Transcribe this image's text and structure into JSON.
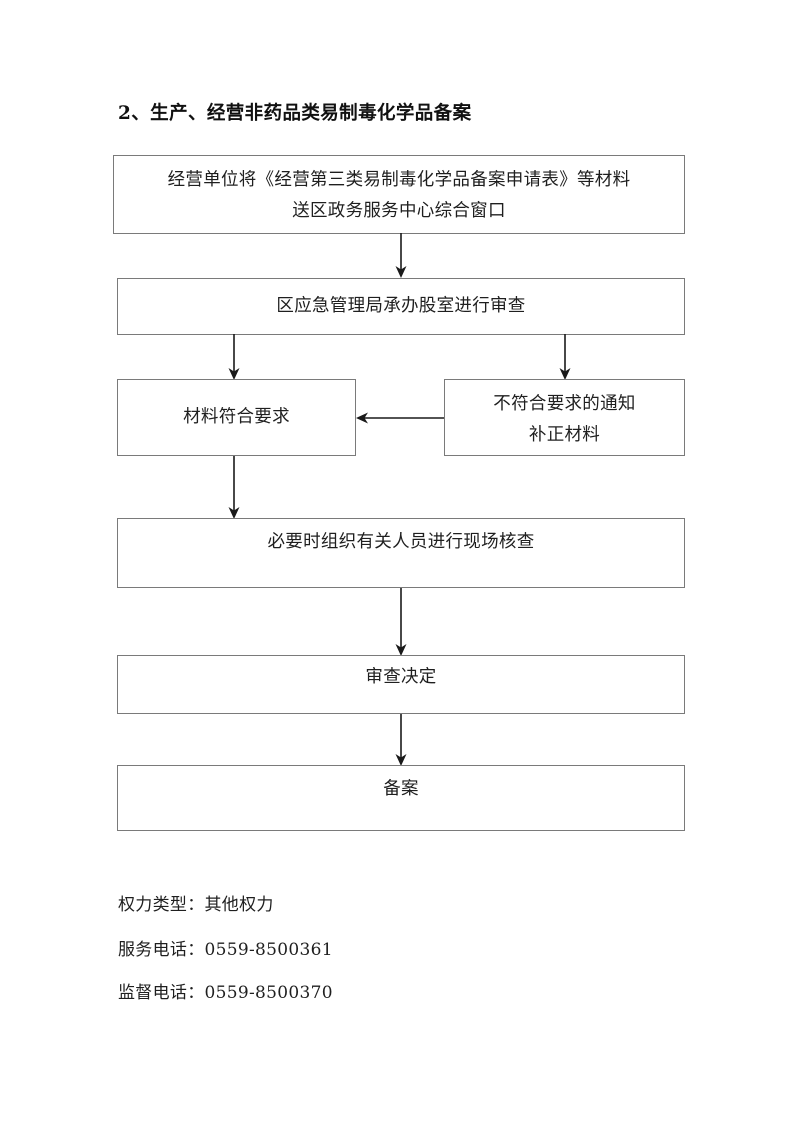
{
  "document": {
    "title": "2、生产、经营非药品类易制毒化学品备案",
    "page_background": "#ffffff",
    "border_color": "#7a7a7a",
    "text_color": "#1f1f1f"
  },
  "flowchart": {
    "type": "flowchart",
    "orientation": "top-to-bottom",
    "nodes": [
      {
        "id": "submit",
        "label": "经营单位将《经营第三类易制毒化学品备案申请表》等材料\n送区政务服务中心综合窗口",
        "lines": 2
      },
      {
        "id": "review",
        "label": "区应急管理局承办股室进行审查",
        "lines": 1
      },
      {
        "id": "conform",
        "label": "材料符合要求",
        "lines": 1
      },
      {
        "id": "nonconform",
        "label": "不符合要求的通知\n补正材料",
        "lines": 2
      },
      {
        "id": "onsite",
        "label": "必要时组织有关人员进行现场核查",
        "lines": 1
      },
      {
        "id": "decision",
        "label": "审查决定",
        "lines": 1
      },
      {
        "id": "record",
        "label": "备案",
        "lines": 1
      }
    ],
    "edges": [
      {
        "from": "submit",
        "to": "review",
        "direction": "down"
      },
      {
        "from": "review",
        "to": "conform",
        "direction": "down"
      },
      {
        "from": "review",
        "to": "nonconform",
        "direction": "down"
      },
      {
        "from": "nonconform",
        "to": "conform",
        "direction": "left"
      },
      {
        "from": "conform",
        "to": "onsite",
        "direction": "down"
      },
      {
        "from": "onsite",
        "to": "decision",
        "direction": "down"
      },
      {
        "from": "decision",
        "to": "record",
        "direction": "down"
      }
    ]
  },
  "footer": {
    "lines": [
      "权力类型：其他权力",
      "服务电话：0559-8500361",
      "监督电话：0559-8500370"
    ]
  }
}
